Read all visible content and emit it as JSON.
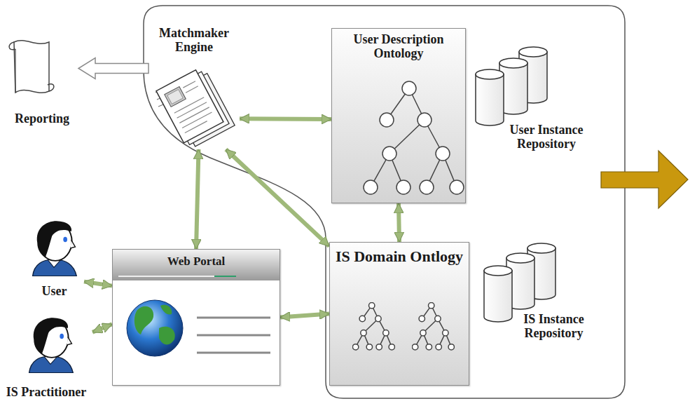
{
  "diagram": {
    "nodes": [
      {
        "text": [
          "Matchmaker Engine"
        ]
      },
      {
        "text": [
          "Reporting"
        ]
      },
      {
        "text": [
          "User Description Ontology"
        ]
      },
      {
        "text": [
          "IS Domain Ontlogy"
        ]
      },
      {
        "text": [
          "Web Portal"
        ]
      },
      {
        "text": [
          "User"
        ]
      },
      {
        "text": [
          "IS Practitioner"
        ]
      }
    ],
    "edges": [
      {
        "from": 0,
        "to": 2,
        "arrow": "both"
      },
      {
        "from": 0,
        "to": 3,
        "arrow": "both"
      },
      {
        "from": 0,
        "to": 4,
        "arrow": "both"
      },
      {
        "from": 2,
        "to": 3,
        "arrow": "both"
      },
      {
        "from": 4,
        "to": 3,
        "arrow": "both"
      },
      {
        "from": 5,
        "to": 4,
        "arrow": "both"
      },
      {
        "from": 6,
        "to": 4,
        "arrow": "both"
      },
      {
        "from": 0,
        "to": 1,
        "arrow": "to"
      }
    ],
    "labels": [
      "User Instance Repository",
      "IS Instance Repository"
    ]
  }
}
